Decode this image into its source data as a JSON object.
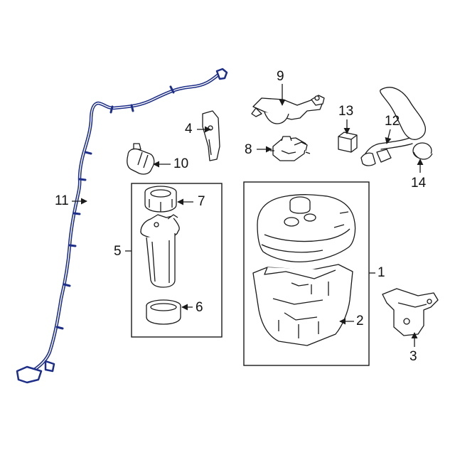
{
  "colors": {
    "accent": "#1e2f8a",
    "line": "#1a1a1a",
    "background": "#ffffff"
  },
  "callouts": {
    "c1": "1",
    "c2": "2",
    "c3": "3",
    "c4": "4",
    "c5": "5",
    "c6": "6",
    "c7": "7",
    "c8": "8",
    "c9": "9",
    "c10": "10",
    "c11": "11",
    "c12": "12",
    "c13": "13",
    "c14": "14"
  }
}
